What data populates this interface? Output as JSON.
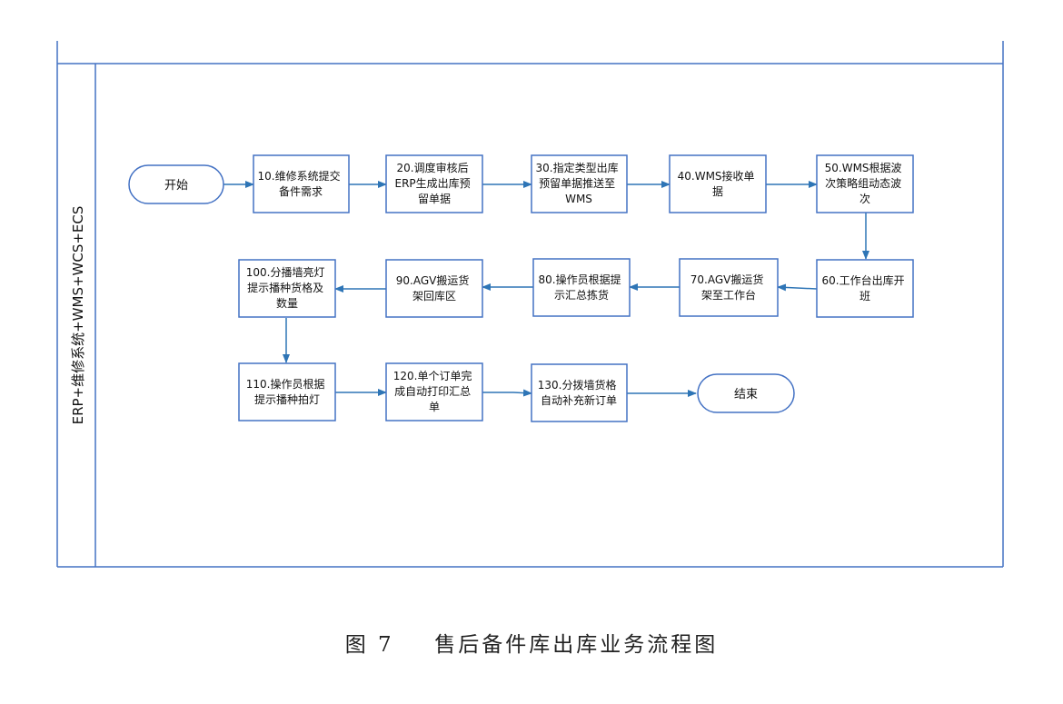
{
  "lane_label": "ERP+维修系统+WMS+WCS+ECS",
  "nodes": {
    "start": "开始",
    "n10": [
      "10.维修系统提交",
      "备件需求"
    ],
    "n20": [
      "20.调度审核后",
      "ERP生成出库预",
      "留单据"
    ],
    "n30": [
      "30.指定类型出库",
      "预留单据推送至",
      "WMS"
    ],
    "n40": [
      "40.WMS接收单",
      "据"
    ],
    "n50": [
      "50.WMS根据波",
      "次策略组动态波",
      "次"
    ],
    "n60": [
      "60.工作台出库开",
      "班"
    ],
    "n70": [
      "70.AGV搬运货",
      "架至工作台"
    ],
    "n80": [
      "80.操作员根据提",
      "示汇总拣货"
    ],
    "n90": [
      "90.AGV搬运货",
      "架回库区"
    ],
    "n100": [
      "100.分播墙亮灯",
      "提示播种货格及",
      "数量"
    ],
    "n110": [
      "110.操作员根据",
      "提示播种拍灯"
    ],
    "n120": [
      "120.单个订单完",
      "成自动打印汇总",
      "单"
    ],
    "n130": [
      "130.分拨墙货格",
      "自动补充新订单"
    ],
    "end": "结束"
  },
  "caption": {
    "figure": "图 7",
    "title": "售后备件库出库业务流程图"
  },
  "colors": {
    "border": "#4472c4",
    "arrow": "#2e75b6",
    "text": "#111111"
  }
}
